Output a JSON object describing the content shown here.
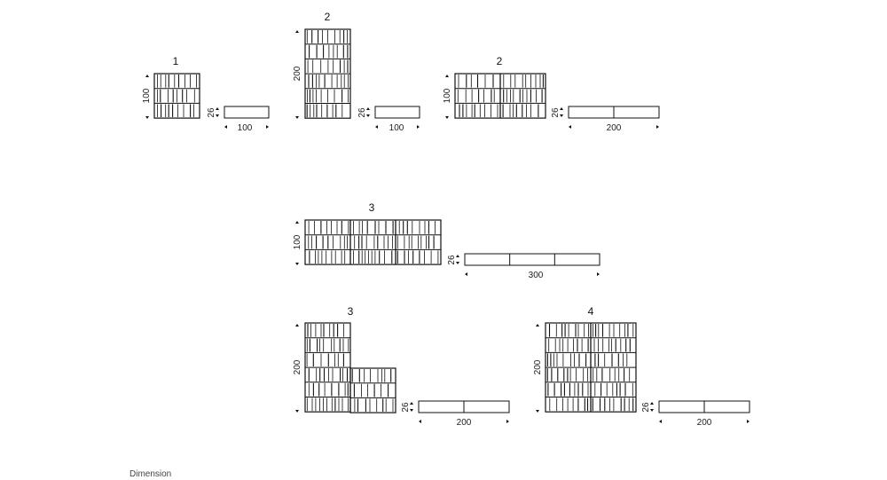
{
  "caption": "Dimension",
  "modules": [
    {
      "id": "m1",
      "count": "1",
      "height_label": "100",
      "depth_label": "26",
      "width_label": "100",
      "plan_segments": 1
    },
    {
      "id": "m2-tall",
      "count": "2",
      "height_label": "200",
      "depth_label": "26",
      "width_label": "100",
      "plan_segments": 1
    },
    {
      "id": "m2-wide",
      "count": "2",
      "height_label": "100",
      "depth_label": "26",
      "width_label": "200",
      "plan_segments": 2
    },
    {
      "id": "m3-wide",
      "count": "3",
      "height_label": "100",
      "depth_label": "26",
      "width_label": "300",
      "plan_segments": 3
    },
    {
      "id": "m3-step",
      "count": "3",
      "height_label": "200",
      "depth_label": "26",
      "width_label": "200",
      "plan_segments": 2
    },
    {
      "id": "m4-square",
      "count": "4",
      "height_label": "200",
      "depth_label": "26",
      "width_label": "200",
      "plan_segments": 2
    }
  ]
}
